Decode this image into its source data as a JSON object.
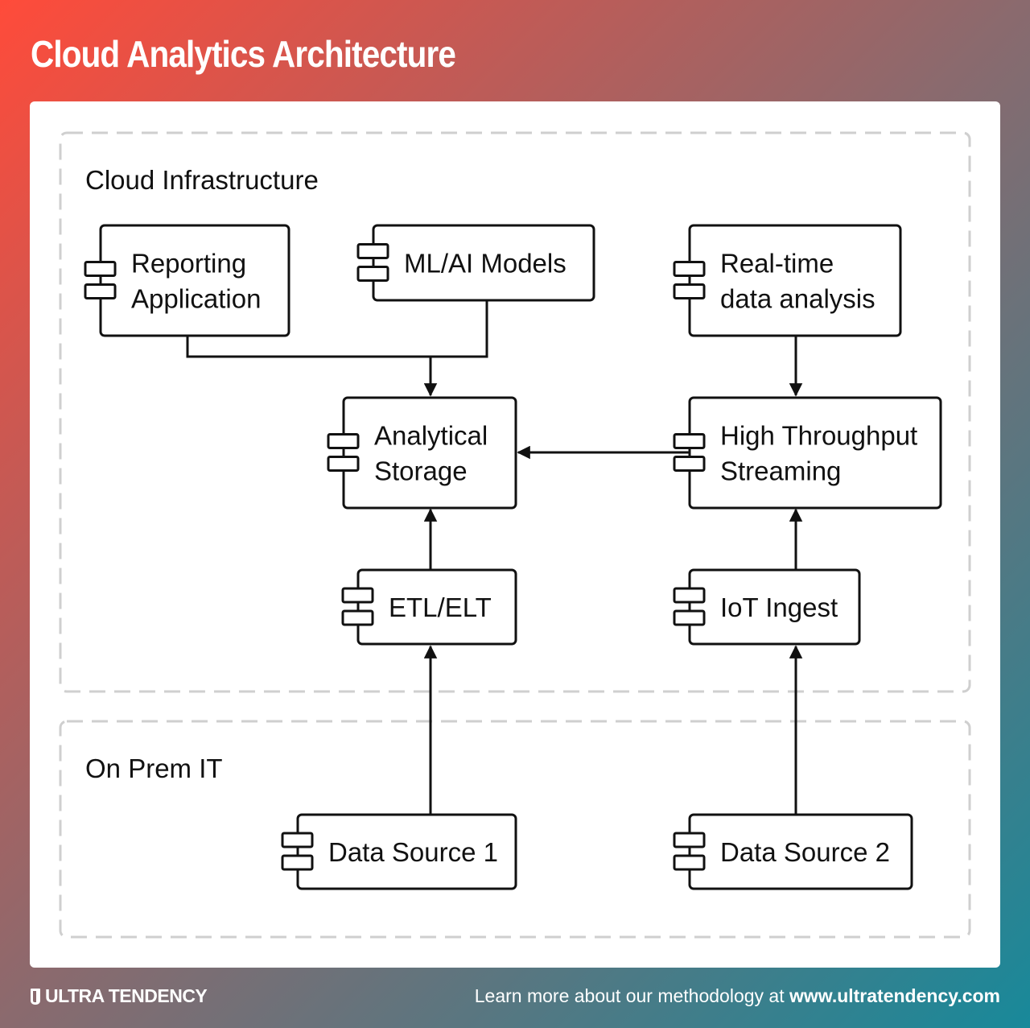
{
  "title": "Cloud Analytics Architecture",
  "groups": [
    {
      "id": "cloud",
      "label": "Cloud Infrastructure"
    },
    {
      "id": "onprem",
      "label": "On Prem IT"
    }
  ],
  "nodes": {
    "reporting": {
      "lines": [
        "Reporting",
        "Application"
      ]
    },
    "mlai": {
      "lines": [
        "ML/AI Models"
      ]
    },
    "realtime": {
      "lines": [
        "Real-time",
        "data analysis"
      ]
    },
    "storage": {
      "lines": [
        "Analytical",
        "Storage"
      ]
    },
    "streaming": {
      "lines": [
        "High Throughput",
        "Streaming"
      ]
    },
    "etl": {
      "lines": [
        "ETL/ELT"
      ]
    },
    "iot": {
      "lines": [
        "IoT Ingest"
      ]
    },
    "ds1": {
      "lines": [
        "Data Source 1"
      ]
    },
    "ds2": {
      "lines": [
        "Data Source 2"
      ]
    }
  },
  "edges": [
    {
      "from": "reporting",
      "to": "storage"
    },
    {
      "from": "mlai",
      "to": "storage"
    },
    {
      "from": "realtime",
      "to": "streaming"
    },
    {
      "from": "streaming",
      "to": "storage"
    },
    {
      "from": "etl",
      "to": "storage"
    },
    {
      "from": "iot",
      "to": "streaming"
    },
    {
      "from": "ds1",
      "to": "etl"
    },
    {
      "from": "ds2",
      "to": "iot"
    }
  ],
  "footer": {
    "brand": "ULTRA TENDENCY",
    "cta_prefix": "Learn more about our methodology at ",
    "cta_link": "www.ultratendency.com"
  }
}
